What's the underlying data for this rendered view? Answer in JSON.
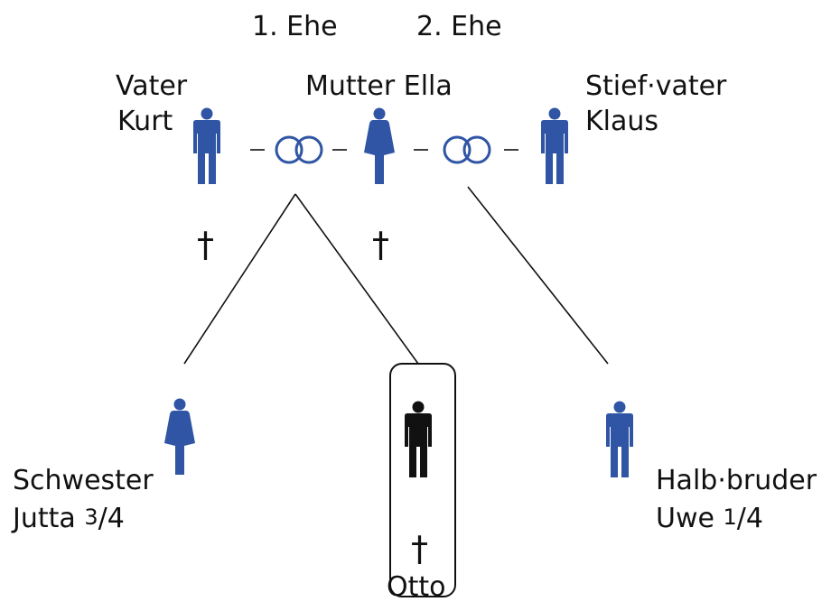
{
  "marriages": [
    {
      "label": "1. Ehe"
    },
    {
      "label": "2. Ehe"
    }
  ],
  "people": {
    "father": {
      "line1": "Vater",
      "line2": "Kurt",
      "deceased": true
    },
    "mother": {
      "line1": "Mutter Ella",
      "deceased": true
    },
    "stepfather": {
      "line1": "Stief·vater",
      "line2": "Klaus",
      "deceased": false
    },
    "sister": {
      "line1": "Schwester",
      "line2": "Jutta",
      "share_num": "3",
      "share_den": "/4"
    },
    "self": {
      "name": "Otto",
      "deceased": true
    },
    "halfbrother": {
      "line1": "Halb·bruder",
      "line2": "Uwe",
      "share_num": "1",
      "share_den": "/4"
    }
  },
  "symbols": {
    "death_mark": "†",
    "connector": "–"
  },
  "colors": {
    "figure_blue": "#2f55a4",
    "figure_black": "#111111",
    "ring_blue": "#2f55a4",
    "line": "#111111"
  },
  "icons": {
    "man": "man-icon",
    "woman": "woman-icon",
    "rings": "wedding-rings-icon"
  }
}
